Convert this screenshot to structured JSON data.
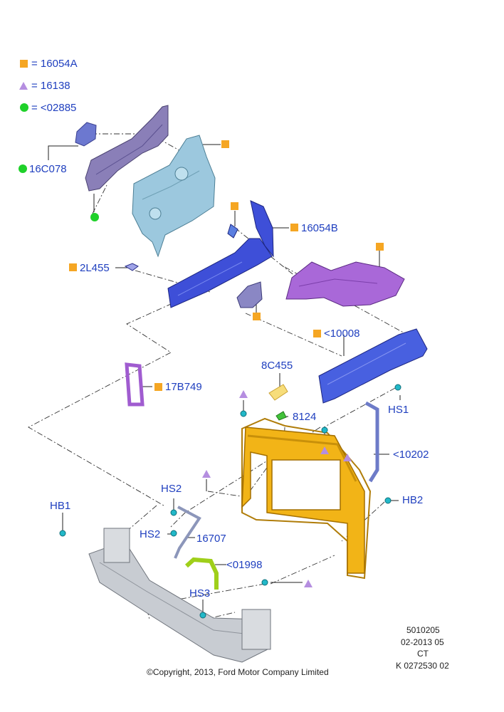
{
  "legend": [
    {
      "symbol": "orange-square",
      "color": "#f5a623",
      "text": "= 16054A"
    },
    {
      "symbol": "purple-triangle",
      "color": "#b58ee0",
      "text": "= 16138"
    },
    {
      "symbol": "green-circle",
      "color": "#1fd12a",
      "text": "= <02885"
    }
  ],
  "callouts": {
    "c16C078": "16C078",
    "c16054B": "16054B",
    "c2L455": "2L455",
    "c10008": "<10008",
    "c8C455": "8C455",
    "c17B749": "17B749",
    "c8124": "8124",
    "cHS1": "HS1",
    "c10202": "<10202",
    "cHS2a": "HS2",
    "cHB1": "HB1",
    "cHB2": "HB2",
    "cHS2b": "HS2",
    "c16707": "16707",
    "c01998": "<01998",
    "cHS3": "HS3"
  },
  "footer": {
    "copyright": "©Copyright, 2013, Ford Motor Company Limited",
    "code1": "5010205",
    "code2": "02-2013 05",
    "code3": "CT",
    "code4": "K 0272530 02"
  },
  "colors": {
    "label": "#1f3fbf",
    "square": "#f5a623",
    "triangle": "#b58ee0",
    "circle": "#1fd12a",
    "part_grey_purple": "#8a7fb8",
    "part_light_blue": "#9cc8de",
    "part_blue": "#3e4fd8",
    "part_violet": "#a968d8",
    "part_yellow": "#f2b417",
    "part_silver": "#c8ccd2",
    "clip_cyan": "#22b8c8"
  }
}
